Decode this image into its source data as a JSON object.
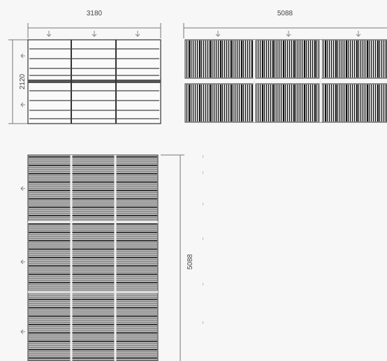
{
  "drawing": {
    "front_view": {
      "width_label": "3180",
      "height_label": "2120"
    },
    "top_view": {
      "width_label": "5088"
    },
    "side_view": {
      "height_label": "5088"
    }
  },
  "colors": {
    "line": "#555555",
    "dark": "#222222",
    "background": "#f7f7f7"
  }
}
